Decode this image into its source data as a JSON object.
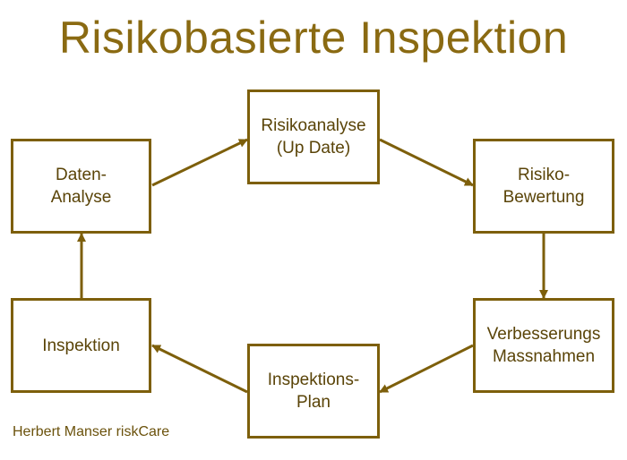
{
  "title": "Risikobasierte Inspektion",
  "colors": {
    "accent": "#7d5f0b",
    "text": "#5a4408"
  },
  "nodes": {
    "risikoanalyse": "Risikoanalyse\n(Up Date)",
    "daten_analyse": "Daten-\nAnalyse",
    "risiko_bewertung": "Risiko-\nBewertung",
    "inspektion": "Inspektion",
    "verbesserungs_massnahmen": "Verbesserungs\nMassnahmen",
    "inspektions_plan": "Inspektions-\nPlan"
  },
  "footer": "Herbert Manser riskCare"
}
